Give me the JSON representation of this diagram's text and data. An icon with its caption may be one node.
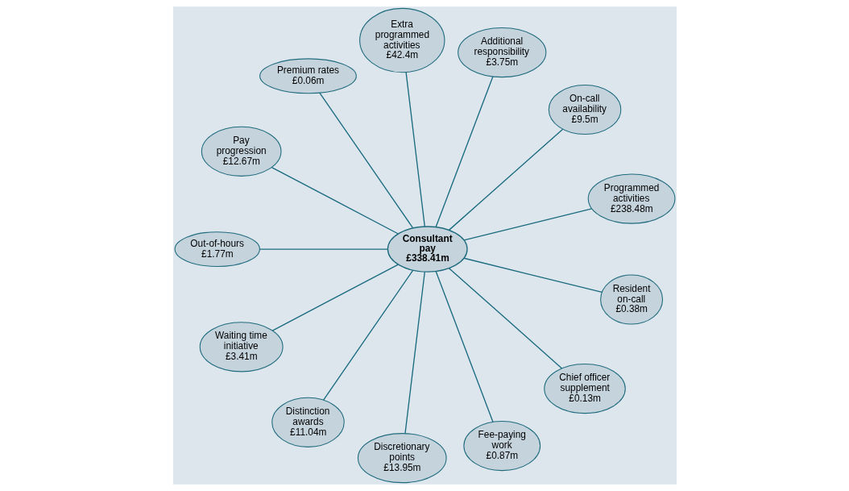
{
  "diagram": {
    "nodes": [
      {
        "text": [
          "Consultant pay",
          "£338.41m"
        ]
      },
      {
        "text": [
          "Programmed activities",
          "£238.48m"
        ]
      },
      {
        "text": [
          "On-call availability",
          "£9.5m"
        ]
      },
      {
        "text": [
          "Additional responsibility",
          "£3.75m"
        ]
      },
      {
        "text": [
          "Extra programmed activities",
          "£42.4m"
        ]
      },
      {
        "text": [
          "Premium rates",
          "£0.06m"
        ]
      },
      {
        "text": [
          "Pay progression",
          "£12.67m"
        ]
      },
      {
        "text": [
          "Out-of-hours",
          "£1.77m"
        ]
      },
      {
        "text": [
          "Waiting time initiative",
          "£3.41m"
        ]
      },
      {
        "text": [
          "Distinction awards",
          "£11.04m"
        ]
      },
      {
        "text": [
          "Discretionary points",
          "£13.95m"
        ]
      },
      {
        "text": [
          "Fee-paying work",
          "£0.87m"
        ]
      },
      {
        "text": [
          "Chief officer supplement",
          "£0.13m"
        ]
      },
      {
        "text": [
          "Resident on-call",
          "£0.38m"
        ]
      }
    ],
    "edges": [
      {
        "from": 0,
        "to": 1,
        "arrow": "none"
      },
      {
        "from": 0,
        "to": 2,
        "arrow": "none"
      },
      {
        "from": 0,
        "to": 3,
        "arrow": "none"
      },
      {
        "from": 0,
        "to": 4,
        "arrow": "none"
      },
      {
        "from": 0,
        "to": 5,
        "arrow": "none"
      },
      {
        "from": 0,
        "to": 6,
        "arrow": "none"
      },
      {
        "from": 0,
        "to": 7,
        "arrow": "none"
      },
      {
        "from": 0,
        "to": 8,
        "arrow": "none"
      },
      {
        "from": 0,
        "to": 9,
        "arrow": "none"
      },
      {
        "from": 0,
        "to": 10,
        "arrow": "none"
      },
      {
        "from": 0,
        "to": 11,
        "arrow": "none"
      },
      {
        "from": 0,
        "to": 12,
        "arrow": "none"
      },
      {
        "from": 0,
        "to": 13,
        "arrow": "none"
      }
    ]
  }
}
